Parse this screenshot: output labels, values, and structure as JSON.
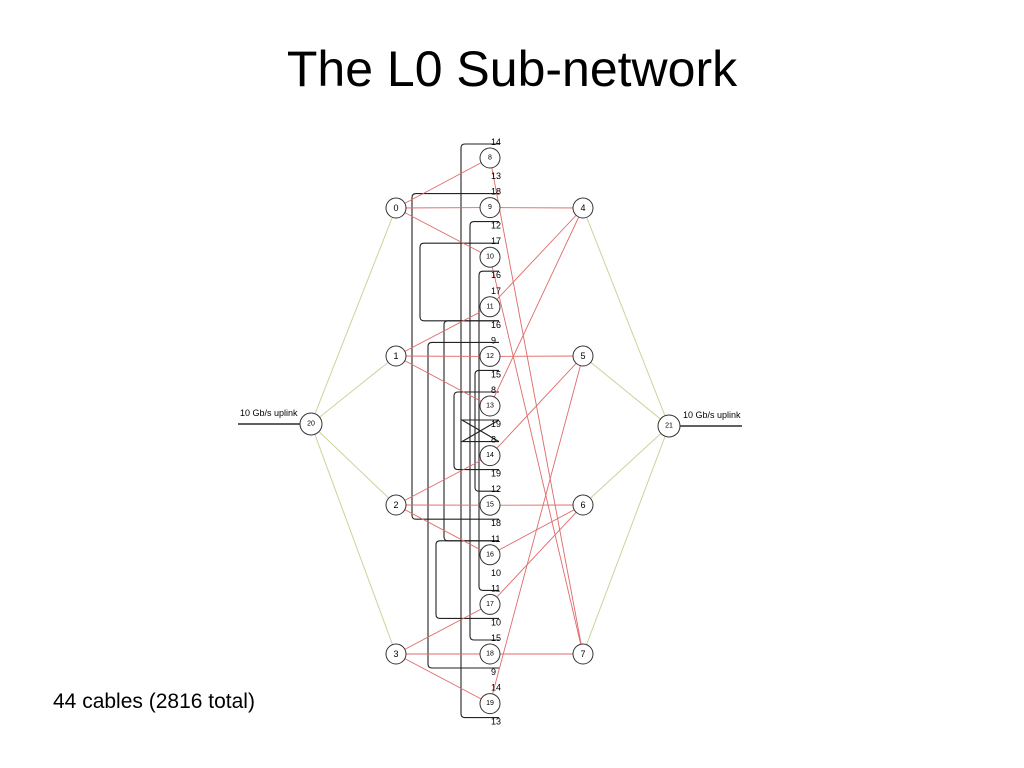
{
  "slide": {
    "title": "The L0 Sub-network",
    "caption": "44 cables (2816 total)"
  },
  "diagram": {
    "uplink_left_label": "10 Gb/s uplink",
    "uplink_right_label": "10 Gb/s uplink",
    "left_switches": [
      "0",
      "1",
      "2",
      "3"
    ],
    "right_switches": [
      "4",
      "5",
      "6",
      "7"
    ],
    "center_switches": [
      "8",
      "9",
      "10",
      "11",
      "12",
      "13",
      "14",
      "15",
      "16",
      "17",
      "18",
      "19"
    ],
    "uplink_switches": [
      "20",
      "21"
    ],
    "port_labels": [
      [
        "14",
        "13"
      ],
      [
        "18",
        "12"
      ],
      [
        "17",
        "16"
      ],
      [
        "17",
        "16"
      ],
      [
        "9",
        "15"
      ],
      [
        "8",
        "19"
      ],
      [
        "8",
        "19"
      ],
      [
        "12",
        "18"
      ],
      [
        "11",
        "10"
      ],
      [
        "11",
        "10"
      ],
      [
        "15",
        "9"
      ],
      [
        "14",
        "13"
      ]
    ],
    "colors": {
      "spine_links": "#c9d49a",
      "cross_links": "#e06a6a",
      "loop_cables": "#222222"
    }
  }
}
